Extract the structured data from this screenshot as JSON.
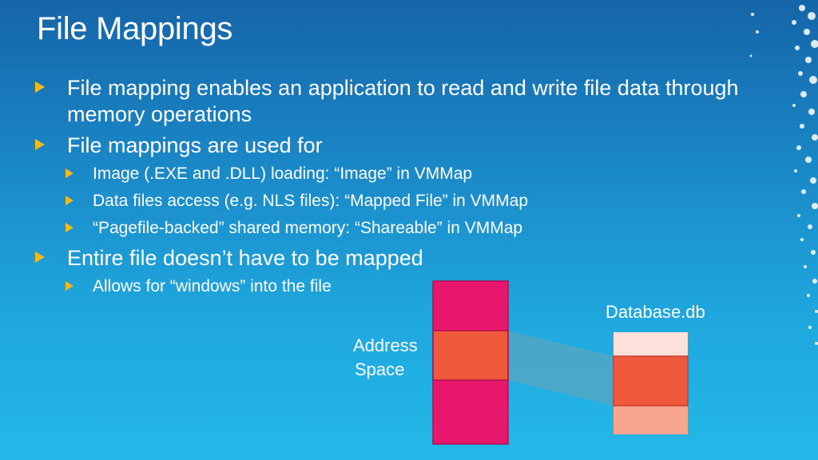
{
  "slide": {
    "title": "File Mappings",
    "bullets": [
      {
        "level": 1,
        "text": "File mapping enables an application to read and write file data through memory operations"
      },
      {
        "level": 1,
        "text": "File mappings are used for"
      },
      {
        "level": 2,
        "text": "Image (.EXE and .DLL) loading: “Image” in VMMap"
      },
      {
        "level": 2,
        "text": "Data files access (e.g. NLS files): “Mapped File” in VMMap"
      },
      {
        "level": 2,
        "text": "“Pagefile-backed” shared memory: “Shareable” in VMMap"
      },
      {
        "level": 1,
        "text": "Entire file doesn’t have to be mapped"
      },
      {
        "level": 2,
        "text": "Allows for “windows” into the file"
      }
    ]
  },
  "diagram": {
    "address_space_label_line1": "Address",
    "address_space_label_line2": "Space",
    "file_label": "Database.db",
    "colors": {
      "address_space": "#e8176e",
      "mapped_region": "#f05a3c",
      "file_body": "#fdb8a8",
      "connector": "#5aa6c0",
      "bullet": "#f2b91c"
    }
  }
}
